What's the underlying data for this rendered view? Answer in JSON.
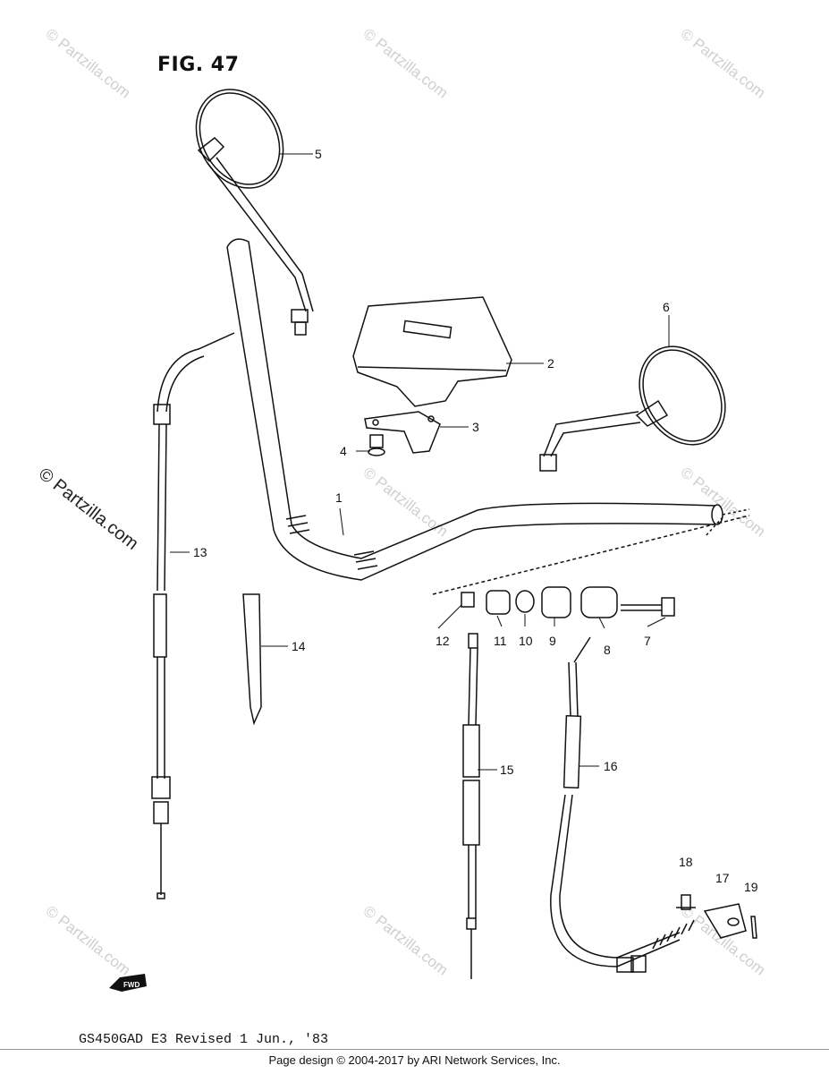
{
  "figure": {
    "title": "FIG. 47",
    "model_line": "GS450GAD E3 Revised 1 Jun., '83",
    "fwd_label": "FWD"
  },
  "footer": {
    "copyright": "Page design © 2004-2017 by ARI Network Services, Inc."
  },
  "watermark": {
    "text": "© Partzilla.com"
  },
  "callouts": [
    "1",
    "2",
    "3",
    "4",
    "5",
    "6",
    "7",
    "8",
    "9",
    "10",
    "11",
    "12",
    "13",
    "14",
    "15",
    "16",
    "17",
    "18",
    "19"
  ]
}
